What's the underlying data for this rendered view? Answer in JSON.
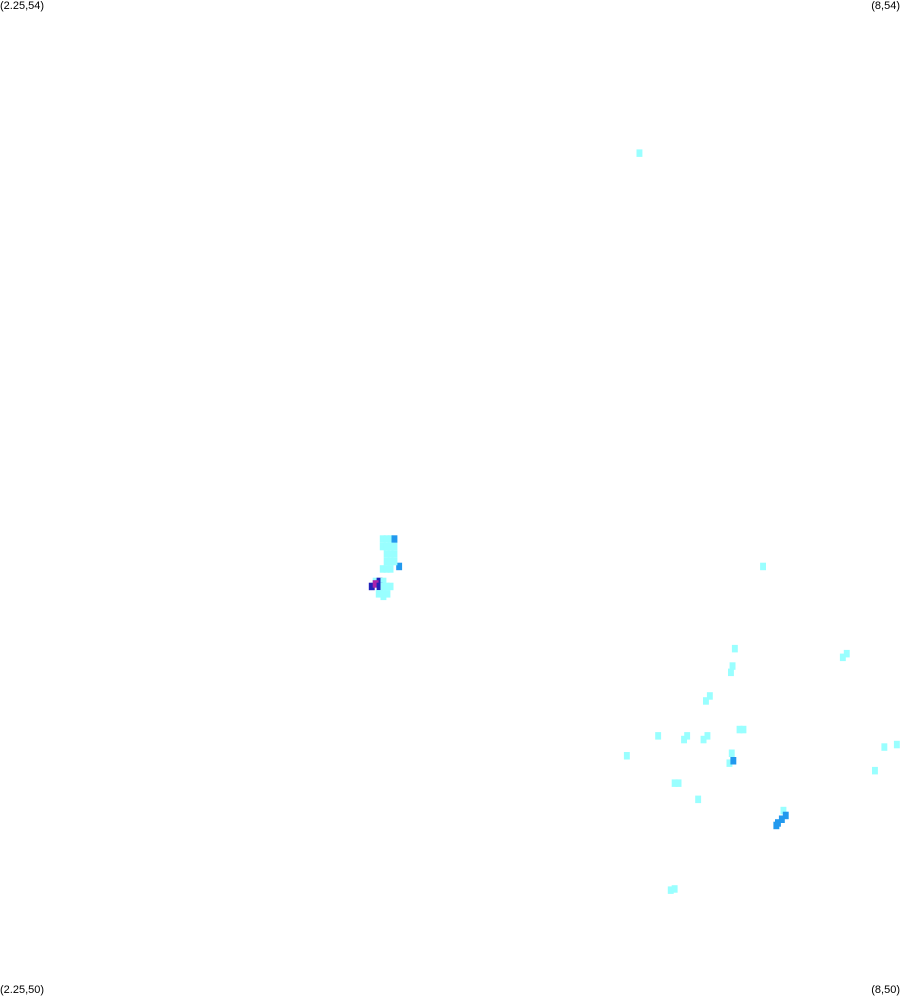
{
  "map": {
    "corner_labels": {
      "top_left": "(2.25,54)",
      "top_right": "(8,54)",
      "bottom_left": "(2.25,50)",
      "bottom_right": "(8,50)"
    },
    "bounds": {
      "lon_min": 2.25,
      "lon_max": 8,
      "lat_min": 50,
      "lat_max": 54
    },
    "cell_size_deg": {
      "lon": 0.0375,
      "lat": 0.03
    },
    "levels": {
      "low": "#99ffff",
      "mid": "#2299ee",
      "high": "#2222bb",
      "peak": "#aa22aa"
    },
    "cells": [
      {
        "lon": 6.335,
        "lat": 53.385,
        "level": "low"
      },
      {
        "lon": 4.695,
        "lat": 51.835,
        "level": "low"
      },
      {
        "lon": 4.72,
        "lat": 51.835,
        "level": "low"
      },
      {
        "lon": 4.745,
        "lat": 51.835,
        "level": "low"
      },
      {
        "lon": 4.77,
        "lat": 51.835,
        "level": "mid"
      },
      {
        "lon": 4.695,
        "lat": 51.805,
        "level": "low"
      },
      {
        "lon": 4.72,
        "lat": 51.805,
        "level": "low"
      },
      {
        "lon": 4.745,
        "lat": 51.805,
        "level": "low"
      },
      {
        "lon": 4.77,
        "lat": 51.805,
        "level": "low"
      },
      {
        "lon": 4.72,
        "lat": 51.775,
        "level": "low"
      },
      {
        "lon": 4.745,
        "lat": 51.775,
        "level": "low"
      },
      {
        "lon": 4.77,
        "lat": 51.775,
        "level": "low"
      },
      {
        "lon": 4.8,
        "lat": 51.725,
        "level": "mid"
      },
      {
        "lon": 4.72,
        "lat": 51.745,
        "level": "low"
      },
      {
        "lon": 4.745,
        "lat": 51.745,
        "level": "low"
      },
      {
        "lon": 4.77,
        "lat": 51.745,
        "level": "low"
      },
      {
        "lon": 4.695,
        "lat": 51.715,
        "level": "low"
      },
      {
        "lon": 4.72,
        "lat": 51.715,
        "level": "low"
      },
      {
        "lon": 4.745,
        "lat": 51.715,
        "level": "low"
      },
      {
        "lon": 4.65,
        "lat": 51.665,
        "level": "low"
      },
      {
        "lon": 4.675,
        "lat": 51.665,
        "level": "high"
      },
      {
        "lon": 4.7,
        "lat": 51.665,
        "level": "low"
      },
      {
        "lon": 4.625,
        "lat": 51.645,
        "level": "high"
      },
      {
        "lon": 4.65,
        "lat": 51.655,
        "level": "peak"
      },
      {
        "lon": 4.675,
        "lat": 51.645,
        "level": "high"
      },
      {
        "lon": 4.7,
        "lat": 51.645,
        "level": "low"
      },
      {
        "lon": 4.72,
        "lat": 51.645,
        "level": "low"
      },
      {
        "lon": 4.745,
        "lat": 51.645,
        "level": "low"
      },
      {
        "lon": 4.67,
        "lat": 51.615,
        "level": "low"
      },
      {
        "lon": 4.7,
        "lat": 51.615,
        "level": "low"
      },
      {
        "lon": 4.725,
        "lat": 51.615,
        "level": "low"
      },
      {
        "lon": 4.7,
        "lat": 51.605,
        "level": "low"
      },
      {
        "lon": 7.125,
        "lat": 51.725,
        "level": "low"
      },
      {
        "lon": 6.945,
        "lat": 51.395,
        "level": "low"
      },
      {
        "lon": 7.635,
        "lat": 51.36,
        "level": "low"
      },
      {
        "lon": 7.66,
        "lat": 51.375,
        "level": "low"
      },
      {
        "lon": 6.92,
        "lat": 51.3,
        "level": "low"
      },
      {
        "lon": 6.93,
        "lat": 51.325,
        "level": "low"
      },
      {
        "lon": 6.76,
        "lat": 51.185,
        "level": "low"
      },
      {
        "lon": 6.785,
        "lat": 51.205,
        "level": "low"
      },
      {
        "lon": 6.975,
        "lat": 51.07,
        "level": "low"
      },
      {
        "lon": 7.0,
        "lat": 51.07,
        "level": "low"
      },
      {
        "lon": 6.62,
        "lat": 51.03,
        "level": "low"
      },
      {
        "lon": 6.64,
        "lat": 51.045,
        "level": "low"
      },
      {
        "lon": 6.745,
        "lat": 51.03,
        "level": "low"
      },
      {
        "lon": 6.77,
        "lat": 51.045,
        "level": "low"
      },
      {
        "lon": 6.455,
        "lat": 51.045,
        "level": "low"
      },
      {
        "lon": 6.255,
        "lat": 50.965,
        "level": "low"
      },
      {
        "lon": 6.925,
        "lat": 50.975,
        "level": "low"
      },
      {
        "lon": 6.91,
        "lat": 50.935,
        "level": "low"
      },
      {
        "lon": 6.935,
        "lat": 50.945,
        "level": "mid"
      },
      {
        "lon": 7.9,
        "lat": 51.0,
        "level": "low"
      },
      {
        "lon": 7.98,
        "lat": 51.01,
        "level": "low"
      },
      {
        "lon": 7.84,
        "lat": 50.905,
        "level": "low"
      },
      {
        "lon": 6.56,
        "lat": 50.855,
        "level": "low"
      },
      {
        "lon": 6.585,
        "lat": 50.855,
        "level": "low"
      },
      {
        "lon": 6.71,
        "lat": 50.79,
        "level": "low"
      },
      {
        "lon": 7.255,
        "lat": 50.745,
        "level": "low"
      },
      {
        "lon": 7.27,
        "lat": 50.725,
        "level": "mid"
      },
      {
        "lon": 7.245,
        "lat": 50.71,
        "level": "mid"
      },
      {
        "lon": 7.22,
        "lat": 50.695,
        "level": "mid"
      },
      {
        "lon": 7.21,
        "lat": 50.685,
        "level": "mid"
      },
      {
        "lon": 6.535,
        "lat": 50.425,
        "level": "low"
      },
      {
        "lon": 6.56,
        "lat": 50.43,
        "level": "low"
      }
    ]
  }
}
